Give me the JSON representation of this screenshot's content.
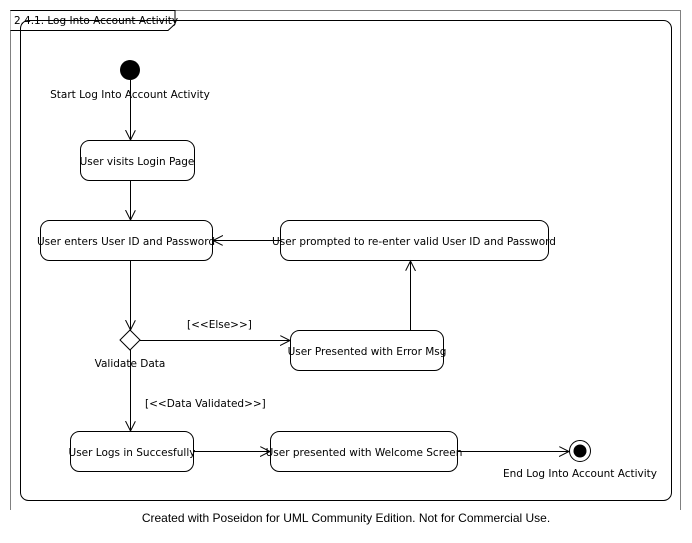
{
  "frame_title": "2.4.1. Log Into Account Activity",
  "start_label": "Start Log Into Account Activity",
  "end_label": "End Log Into Account Activity",
  "decision_label": "Validate Data",
  "guards": {
    "else": "[<<Else>>]",
    "validated": "[<<Data Validated>>]"
  },
  "activities": {
    "visit_login": "User visits Login Page",
    "enter_credentials": "User enters User ID and Password",
    "reenter_prompt": "User prompted to re-enter valid User ID and Password",
    "error_msg": "User Presented with Error Msg",
    "logs_in": "User Logs in Succesfully",
    "welcome": "User presented with Welcome Screen"
  },
  "footer": "Created with Poseidon for UML Community Edition. Not for Commercial Use."
}
